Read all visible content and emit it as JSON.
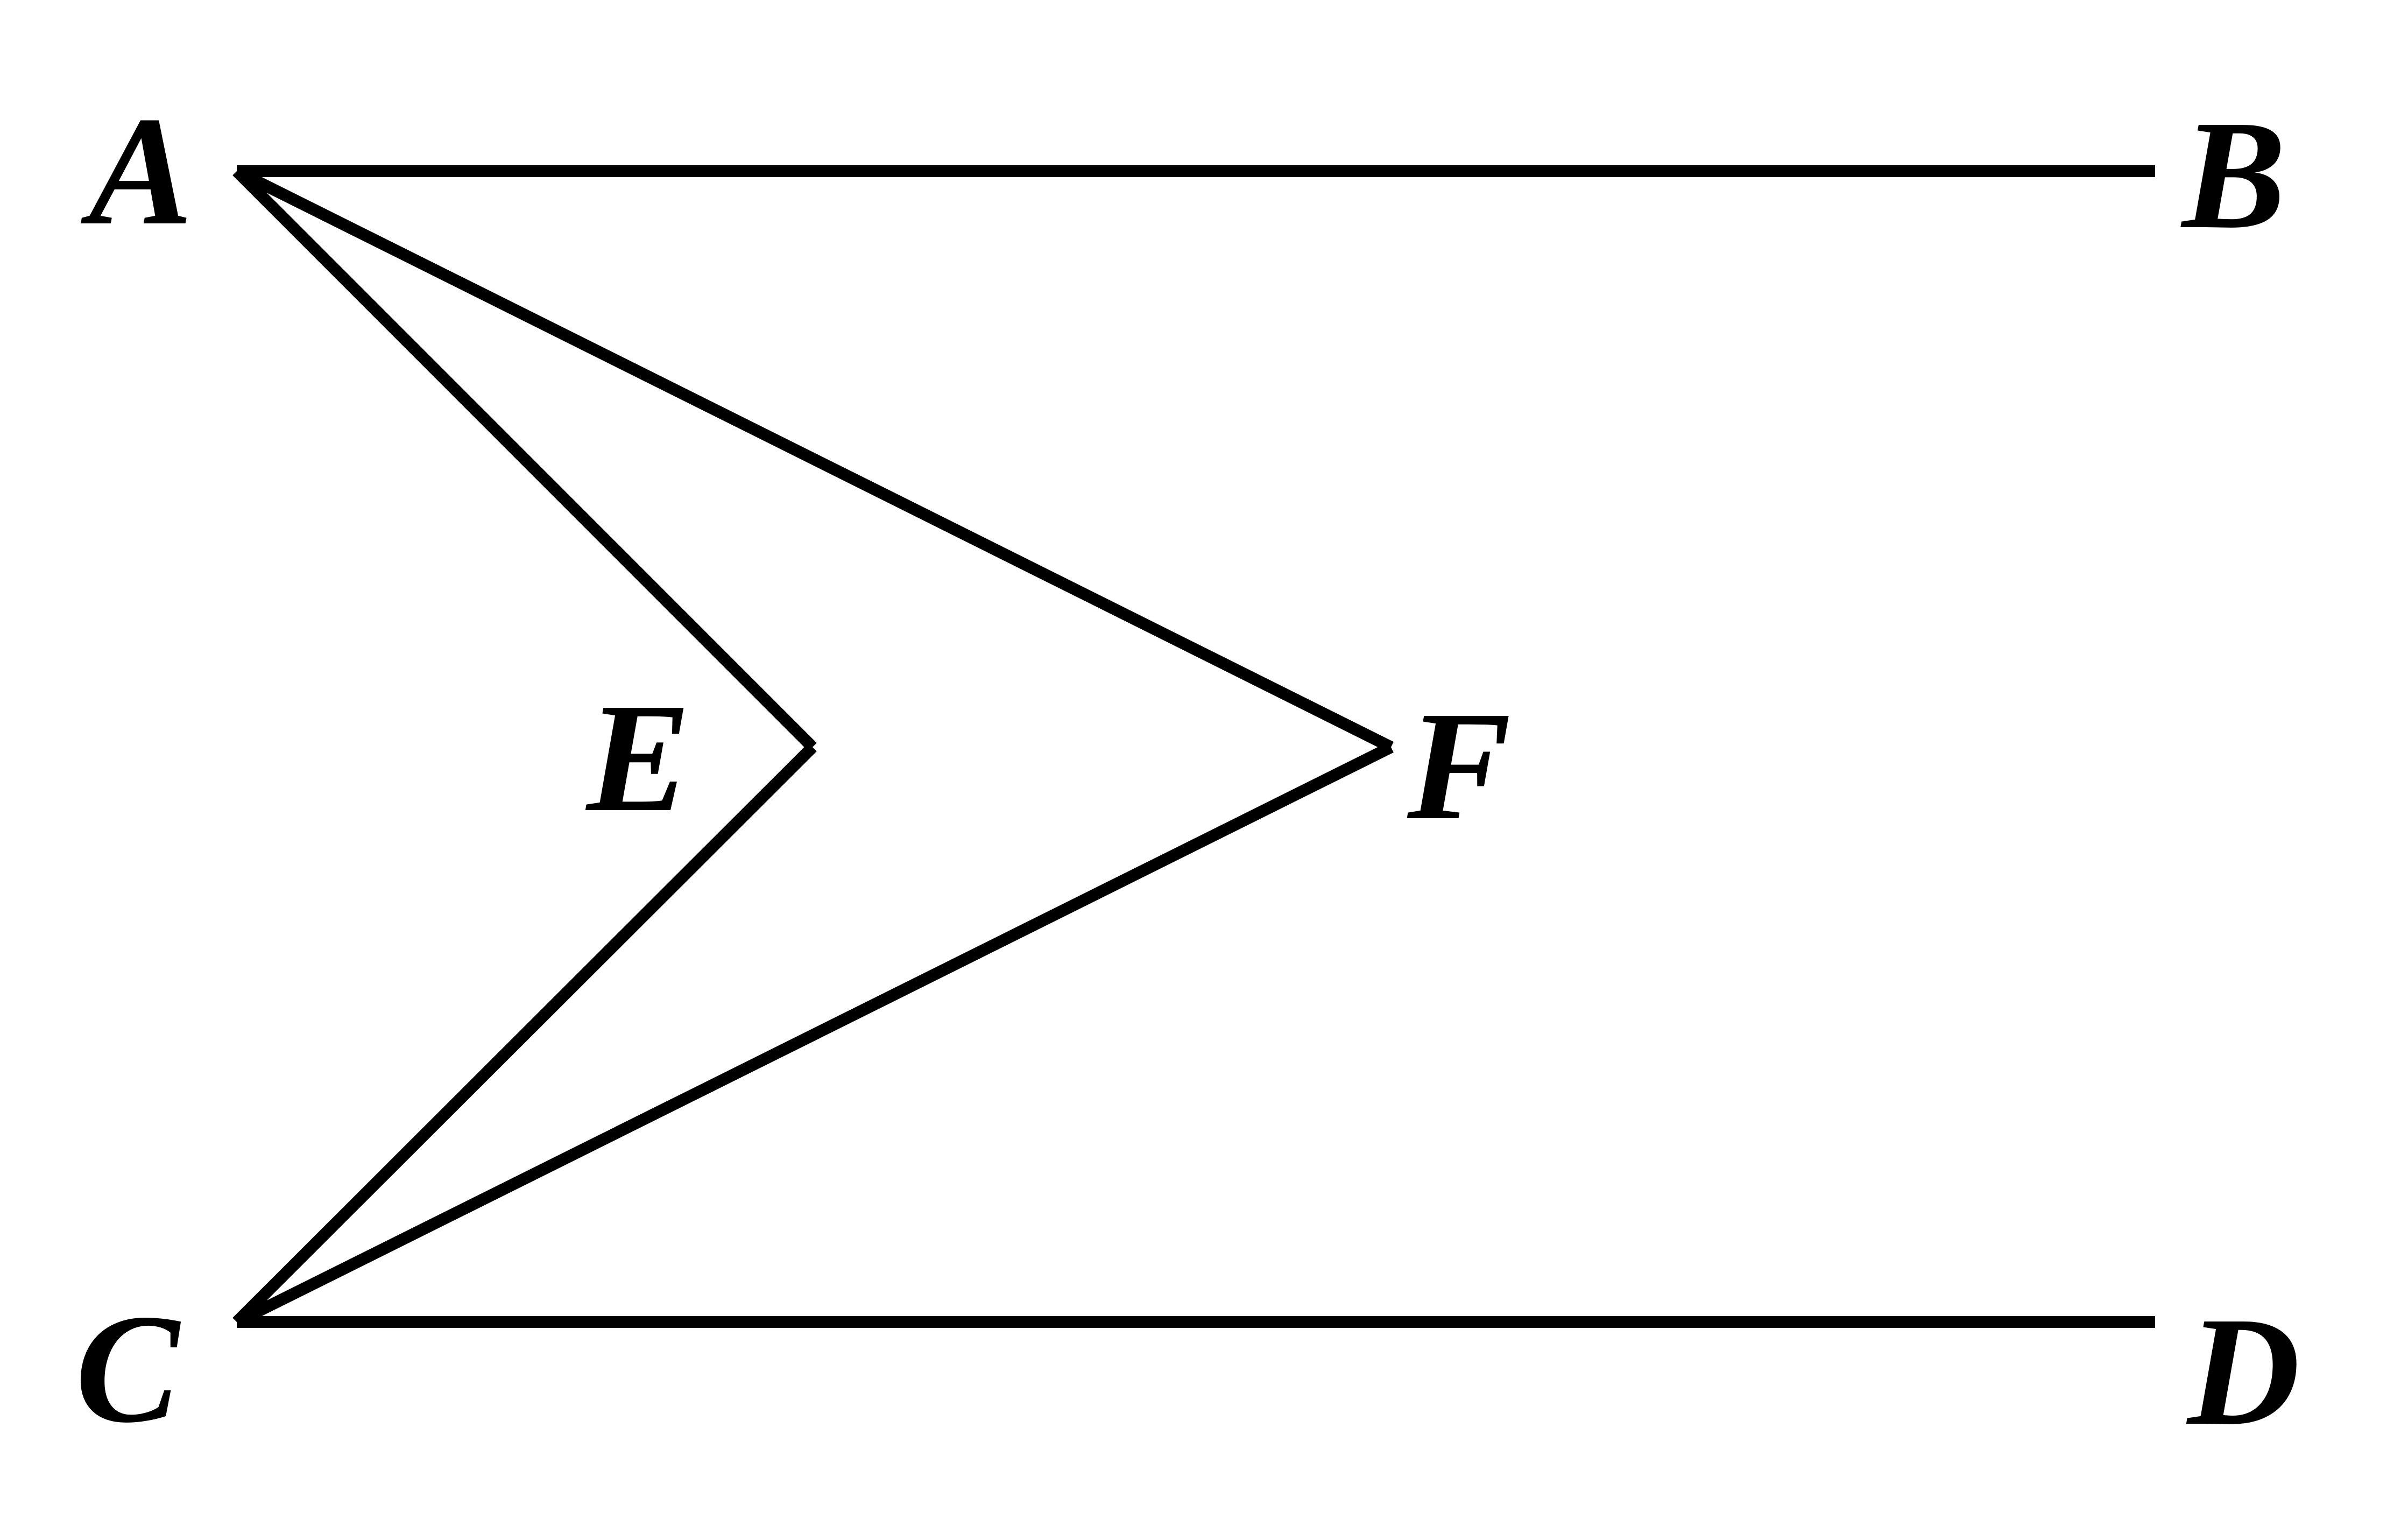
{
  "points": [
    {
      "id": "A",
      "label": "A"
    },
    {
      "id": "B",
      "label": "B"
    },
    {
      "id": "C",
      "label": "C"
    },
    {
      "id": "D",
      "label": "D"
    },
    {
      "id": "E",
      "label": "E"
    },
    {
      "id": "F",
      "label": "F"
    }
  ],
  "segments": [
    [
      "A",
      "B"
    ],
    [
      "C",
      "D"
    ],
    [
      "A",
      "E"
    ],
    [
      "E",
      "C"
    ],
    [
      "A",
      "F"
    ],
    [
      "F",
      "C"
    ]
  ],
  "colors": {
    "stroke": "#000000",
    "background": "#ffffff"
  }
}
